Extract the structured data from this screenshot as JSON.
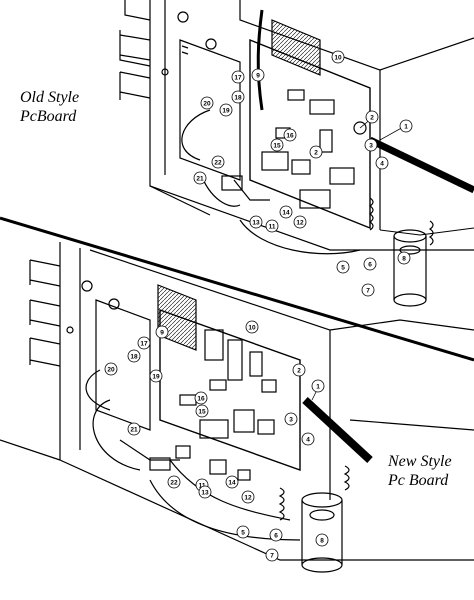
{
  "captions": {
    "old_line1": "Old Style",
    "old_line2": "PcBoard",
    "new_line1": "New Style",
    "new_line2": "Pc Board"
  },
  "callouts_top": [
    "1",
    "2",
    "2",
    "3",
    "4",
    "5",
    "6",
    "7",
    "8",
    "9",
    "10",
    "11",
    "12",
    "13",
    "14",
    "15",
    "16",
    "17",
    "18",
    "19",
    "20",
    "21",
    "22"
  ],
  "callouts_bottom": [
    "1",
    "2",
    "3",
    "4",
    "5",
    "6",
    "7",
    "8",
    "9",
    "10",
    "11",
    "12",
    "13",
    "14",
    "15",
    "16",
    "17",
    "18",
    "19",
    "20",
    "21",
    "22"
  ]
}
